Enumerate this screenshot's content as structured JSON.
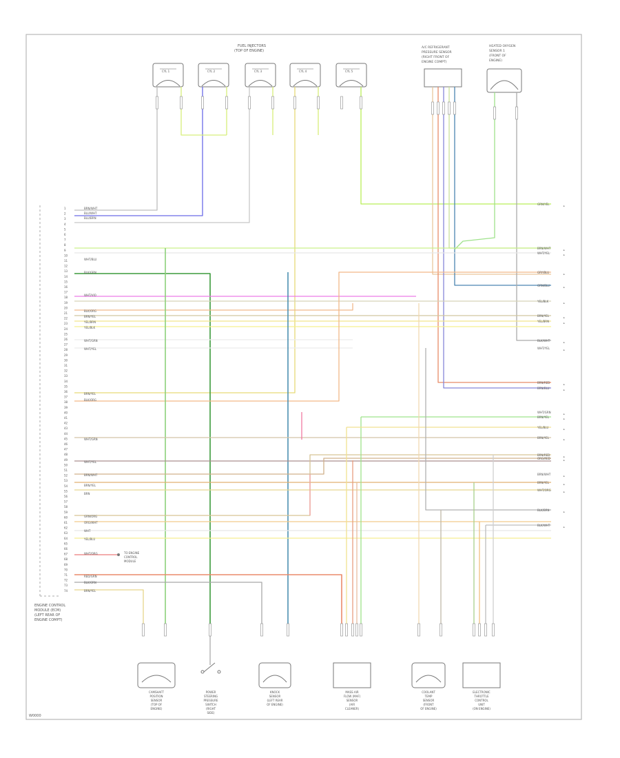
{
  "diagram": {
    "figure_code": "W0000",
    "ecm": {
      "label_lines": [
        "ENGINE CONTROL",
        "MODULE (ECM)",
        "(LEFT REAR OF",
        "ENGINE COMPT)"
      ]
    },
    "top_components": {
      "fuel_injectors": {
        "title_lines": [
          "FUEL INJECTORS",
          "(TOP OF ENGINE)"
        ],
        "units": [
          "CYL 1",
          "CYL 2",
          "CYL 3",
          "CYL 4",
          "CYL 5"
        ]
      },
      "ac_pressure_sensor": {
        "title_lines": [
          "A/C REFRIGERANT",
          "PRESSURE SENSOR",
          "(RIGHT FRONT OF",
          "ENGINE COMPT)"
        ]
      },
      "ho2s_front": {
        "title_lines": [
          "HEATED OXYGEN",
          "SENSOR 1",
          "(FRONT OF",
          "ENGINE)"
        ]
      }
    },
    "bottom_components": [
      {
        "id": "camshaft",
        "label_lines": [
          "CAMSHAFT",
          "POSITION",
          "SENSOR",
          "(TOP OF",
          "ENGINE)"
        ]
      },
      {
        "id": "ps_switch",
        "label_lines": [
          "POWER",
          "STEERING",
          "PRESSURE",
          "SWITCH",
          "(RIGHT",
          "SIDE)"
        ]
      },
      {
        "id": "knock",
        "label_lines": [
          "KNOCK",
          "SENSOR",
          "(LEFT REAR",
          "OF ENGINE)"
        ]
      },
      {
        "id": "maf",
        "label_lines": [
          "MASS AIR",
          "FLOW (MAF)",
          "SENSOR",
          "(AIR",
          "CLEANER)"
        ]
      },
      {
        "id": "coolant",
        "label_lines": [
          "COOLANT",
          "TEMP",
          "SENSOR",
          "(FRONT",
          "OF ENGINE)"
        ]
      },
      {
        "id": "throttle",
        "label_lines": [
          "ELECTRONIC",
          "THROTTLE",
          "CONTROL",
          "UNIT",
          "(ON ENGINE)"
        ]
      }
    ],
    "splice_note_lines": [
      "TO ENGINE",
      "CONTROL",
      "MODULE"
    ],
    "pin_labels": [
      "1",
      "2",
      "3",
      "4",
      "5",
      "6",
      "7",
      "8",
      "9",
      "10",
      "11",
      "12",
      "13",
      "14",
      "15",
      "16",
      "17",
      "18",
      "19",
      "20",
      "21",
      "22",
      "23",
      "24",
      "25",
      "26",
      "27",
      "28",
      "29",
      "30",
      "31",
      "32",
      "33",
      "34",
      "35",
      "36",
      "37",
      "38",
      "39",
      "40",
      "41",
      "42",
      "43",
      "44",
      "45",
      "46",
      "47",
      "48",
      "49",
      "50",
      "51",
      "52",
      "53",
      "54",
      "55",
      "56",
      "57",
      "58",
      "59",
      "60",
      "61",
      "62",
      "63",
      "64",
      "65",
      "66",
      "67",
      "68",
      "69",
      "70",
      "71",
      "72",
      "73",
      "74"
    ],
    "wire_labels": {
      "w1": "BRN/WHT",
      "w2": "BLU/WHT",
      "w3": "BLU/BRN",
      "w4": "WHT/BLU",
      "w5": "BLK/GRN",
      "w6": "WHT/VIO",
      "w7": "BLK/ORG",
      "w8": "BRN/YEL",
      "w9": "YEL/BRN",
      "w10": "YEL/BLK",
      "w11": "WHT/GRN",
      "w12": "WHT/YEL",
      "w13": "BRN/YEL",
      "w14": "BLK/ORG",
      "w15": "WHT/GRN",
      "w16": "WHT/YEL",
      "w17": "BRN/WHT",
      "w18": "BRN/YEL",
      "w19": "BRN",
      "w20": "GRN/ORG",
      "w21": "ORG/WHT",
      "w22": "WHT",
      "w23": "YEL/BLU",
      "w24": "WHT/ORG",
      "w25": "RED/GRN",
      "w26": "BLK/GRN",
      "w27": "BRN/YEL"
    },
    "right_labels": [
      "GRN/YEL",
      "BRN/WHT",
      "WHT/YEL",
      "GRY/BLU",
      "GRN/BLU",
      "YEL/BLK",
      "BRN/YEL",
      "YEL/BRN",
      "BLK/WHT",
      "WHT/YEL",
      "BRN/RED",
      "BRN/BLU",
      "WHT/GRN",
      "BRN/YEL",
      "YEL/BLU",
      "BRN/YEL",
      "BRN/RED",
      "ORG/RED",
      "BRN/WHT",
      "BRN/YEL",
      "WHT/ORG",
      "BLK/BRN",
      "BLK/WHT"
    ]
  }
}
